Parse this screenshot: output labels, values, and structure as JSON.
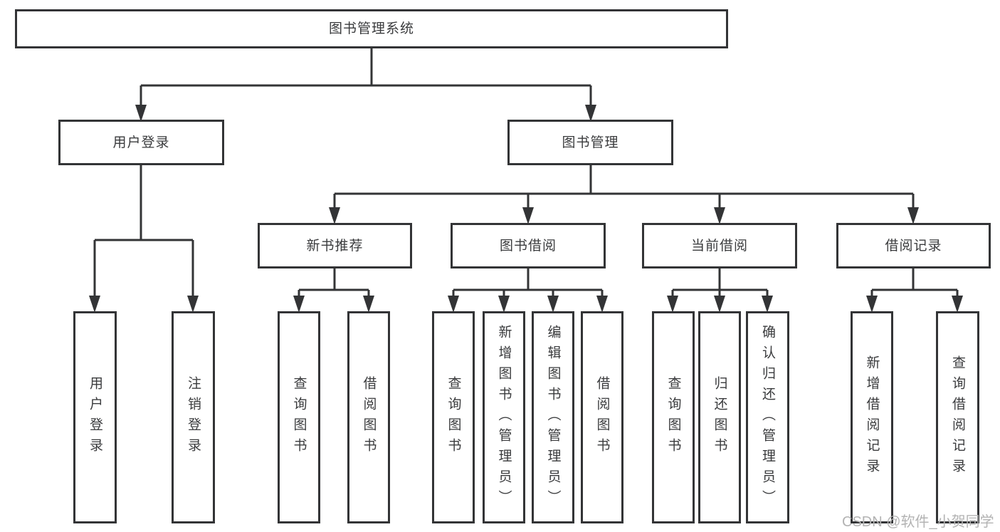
{
  "diagram": {
    "tree": {
      "root": {
        "label": "图书管理系统",
        "children": [
          {
            "label": "用户登录",
            "children": [
              {
                "label": "用户登录"
              },
              {
                "label": "注销登录"
              }
            ]
          },
          {
            "label": "图书管理",
            "children": [
              {
                "label": "新书推荐",
                "children": [
                  {
                    "label": "查询图书"
                  },
                  {
                    "label": "借阅图书"
                  }
                ]
              },
              {
                "label": "图书借阅",
                "children": [
                  {
                    "label": "查询图书"
                  },
                  {
                    "label": "新增图书（管理员）"
                  },
                  {
                    "label": "编辑图书（管理员）"
                  },
                  {
                    "label": "借阅图书"
                  }
                ]
              },
              {
                "label": "当前借阅",
                "children": [
                  {
                    "label": "查询图书"
                  },
                  {
                    "label": "归还图书"
                  },
                  {
                    "label": "确认归还（管理员）"
                  }
                ]
              },
              {
                "label": "借阅记录",
                "children": [
                  {
                    "label": "新增借阅记录"
                  },
                  {
                    "label": "查询借阅记录"
                  }
                ]
              }
            ]
          }
        ]
      }
    },
    "colors": {
      "line": "#333436",
      "text": "#3a3b3d",
      "background": "#ffffff",
      "watermark": "#b3b3b3"
    }
  },
  "watermark": {
    "text": "CSDN @软件_小贺同学"
  }
}
